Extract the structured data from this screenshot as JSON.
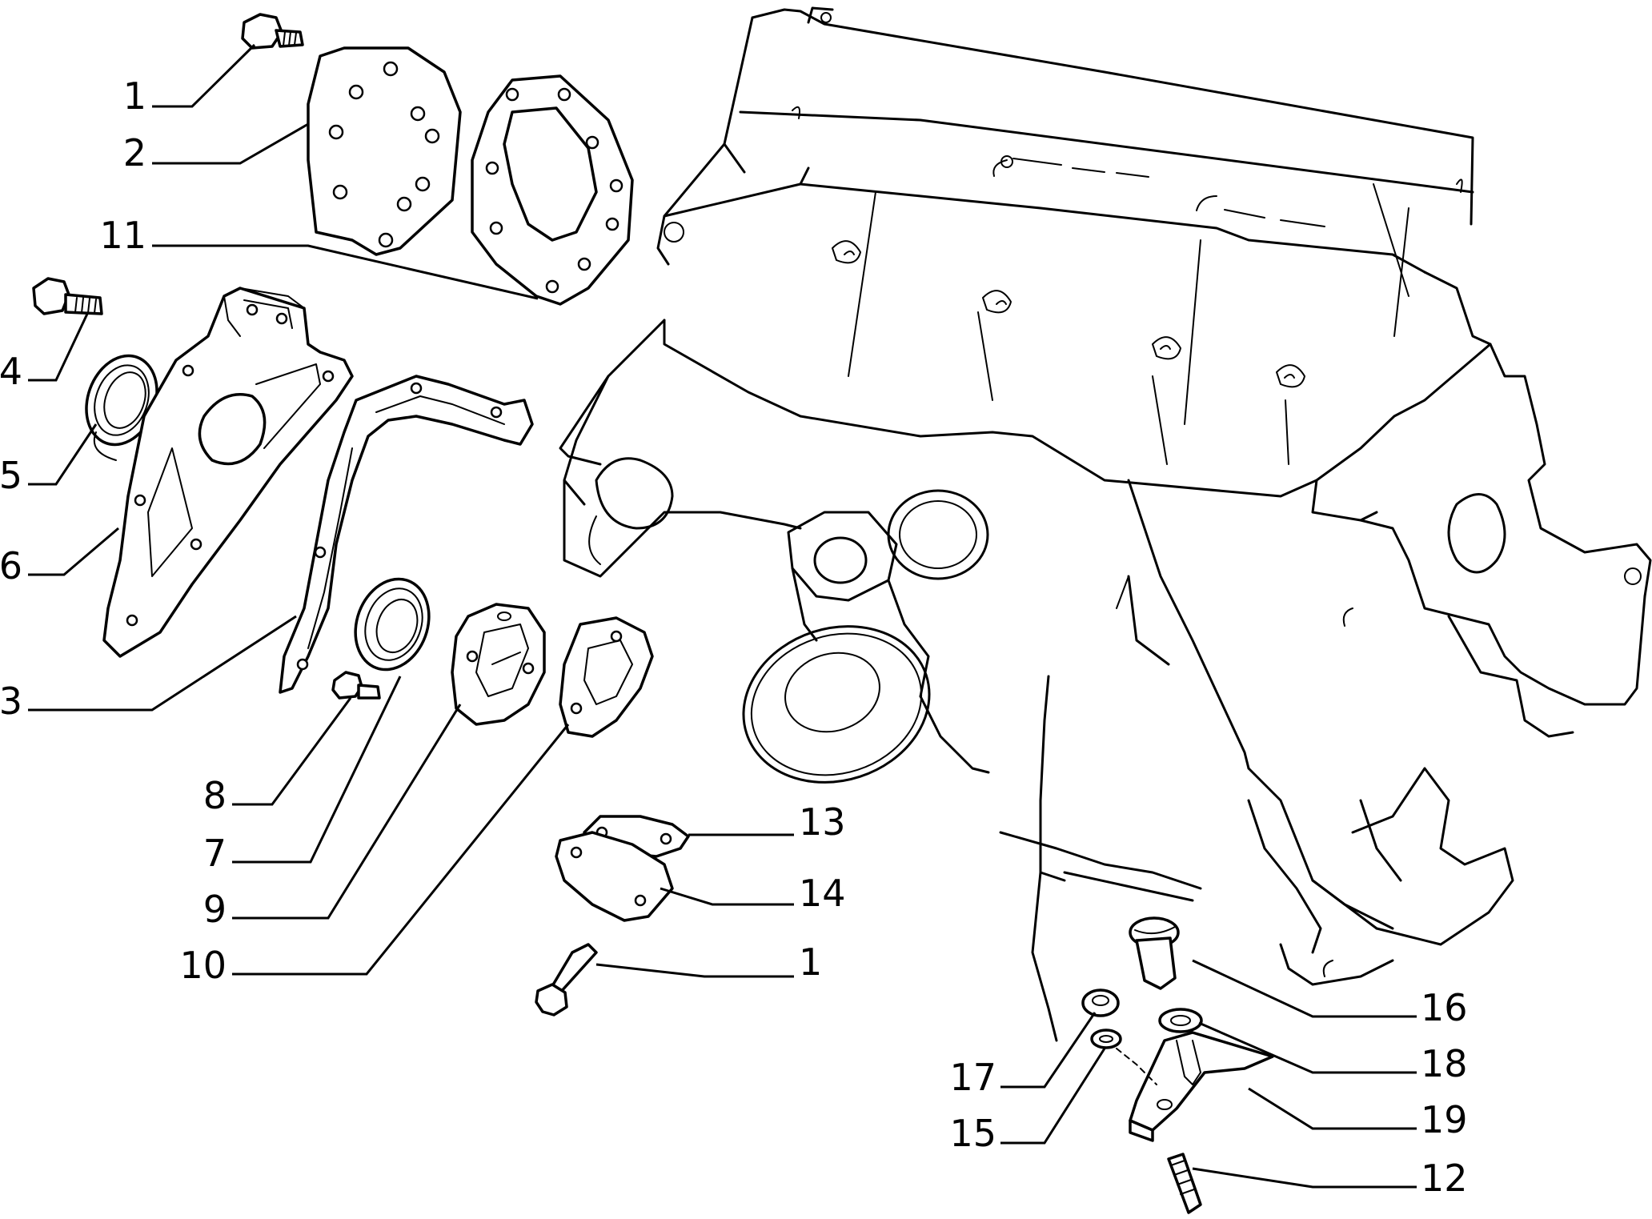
{
  "diagram": {
    "type": "exploded-parts-diagram",
    "callouts": {
      "c1_top": "1",
      "c2": "2",
      "c11": "11",
      "c4": "4",
      "c5": "5",
      "c6": "6",
      "c3": "3",
      "c8": "8",
      "c7": "7",
      "c9": "9",
      "c10": "10",
      "c13": "13",
      "c14": "14",
      "c1_bottom": "1",
      "c16": "16",
      "c18": "18",
      "c17": "17",
      "c15": "15",
      "c19": "19",
      "c12": "12"
    },
    "parts": [
      {
        "id": "1",
        "name": "bolt"
      },
      {
        "id": "2",
        "name": "cover-plate"
      },
      {
        "id": "3",
        "name": "gasket"
      },
      {
        "id": "4",
        "name": "bolt"
      },
      {
        "id": "5",
        "name": "oil-seal"
      },
      {
        "id": "6",
        "name": "front-cover"
      },
      {
        "id": "7",
        "name": "oil-seal"
      },
      {
        "id": "8",
        "name": "bolt"
      },
      {
        "id": "9",
        "name": "cover"
      },
      {
        "id": "10",
        "name": "gasket"
      },
      {
        "id": "11",
        "name": "gasket"
      },
      {
        "id": "12",
        "name": "stud"
      },
      {
        "id": "13",
        "name": "gasket"
      },
      {
        "id": "14",
        "name": "cover-plate"
      },
      {
        "id": "15",
        "name": "washer"
      },
      {
        "id": "16",
        "name": "pin"
      },
      {
        "id": "17",
        "name": "nut"
      },
      {
        "id": "18",
        "name": "washer"
      },
      {
        "id": "19",
        "name": "bracket"
      }
    ]
  }
}
